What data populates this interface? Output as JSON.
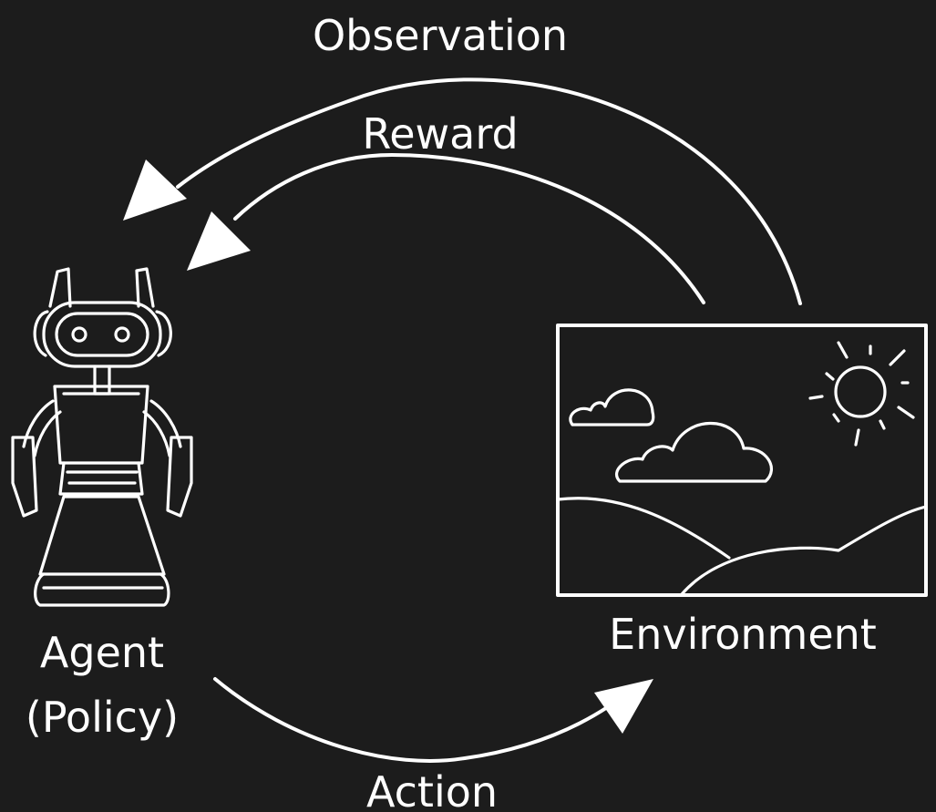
{
  "labels": {
    "observation": "Observation",
    "reward": "Reward",
    "action": "Action",
    "agent_line1": "Agent",
    "agent_line2": "(Policy)",
    "environment": "Environment"
  },
  "colors": {
    "background": "#1c1c1c",
    "foreground": "#ffffff"
  },
  "icons": {
    "agent": "robot-icon",
    "environment": "landscape-icon"
  }
}
